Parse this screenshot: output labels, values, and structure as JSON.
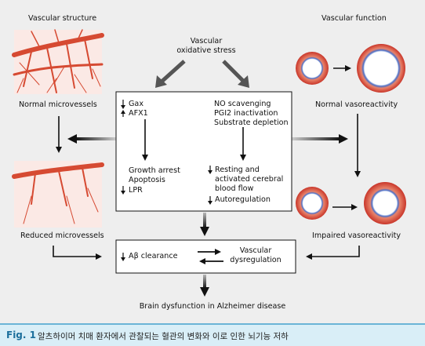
{
  "headings": {
    "structure": "Vascular structure",
    "function": "Vascular function"
  },
  "stress": {
    "line1": "Vascular",
    "line2": "oxidative stress"
  },
  "vessels": {
    "normal": "Normal microvessels",
    "reduced": "Reduced microvessels"
  },
  "vasoreactivity": {
    "normal": "Normal vasoreactivity",
    "impaired": "Impaired vasoreactivity"
  },
  "left_col": {
    "gax": "Gax",
    "afx1": "AFX1",
    "growth": "Growth arrest",
    "apoptosis": "Apoptosis",
    "lpr": "LPR"
  },
  "right_col": {
    "no": "NO scavenging",
    "pgi2": "PGI2 inactivation",
    "substrate": "Substrate depletion",
    "resting1": "Resting and",
    "resting2": "activated cerebral",
    "resting3": "blood flow",
    "autoreg": "Autoregulation"
  },
  "lower_box": {
    "abeta": "Aβ clearance",
    "vasc1": "Vascular",
    "vasc2": "dysregulation"
  },
  "outcome": "Brain dysfunction in Alzheimer disease",
  "caption": {
    "label": "Fig. 1",
    "text": "알츠하이머 치매 환자에서 관찰되는 혈관의 변화와 이로 인한 뇌기능 저하"
  },
  "colors": {
    "panel": "#eeeeee",
    "caption_bg": "#d9eef7",
    "caption_accent": "#1c6f9c",
    "vessel_red": "#d64a32",
    "vessel_ring_blue": "#4b6fc7"
  }
}
